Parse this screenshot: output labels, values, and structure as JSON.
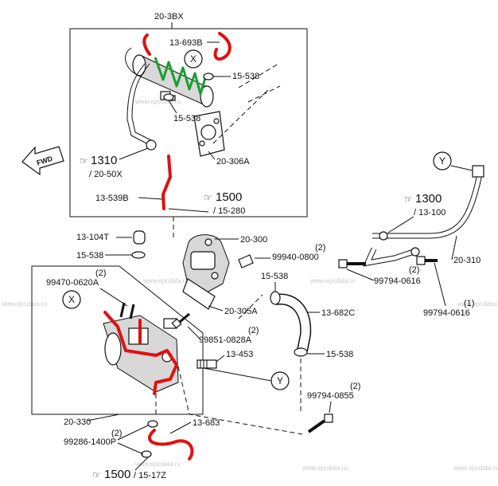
{
  "labels": {
    "top_ref": "20-3BX",
    "p_13_693b": "13-693B",
    "p_15_538_a": "15-538",
    "p_15_538_b": "15-538",
    "p_1310": "1310",
    "p_20_50x": "/ 20-50X",
    "p_20_306a": "20-306A",
    "p_13_539b": "13-539B",
    "p_1500_a": "1500",
    "p_15_280": "/ 15-280",
    "p_13_104t": "13-104T",
    "p_15_538_c": "15-538",
    "p_20_300": "20-300",
    "p_99940_q": "(2)",
    "p_99940": "99940-0800",
    "p_1300": "1300",
    "p_13_100": "/ 13-100",
    "p_99470_q": "(2)",
    "p_99470": "99470-0620A",
    "p_15_538_d": "15-538",
    "p_99794_0616_q": "(2)",
    "p_99794_0616": "99794-0616",
    "p_20_310": "20-310",
    "p_20_305a": "20-305A",
    "p_13_682c": "13-682C",
    "p_99851_q": "(2)",
    "p_99851": "99851-0828A",
    "p_13_453": "13-453",
    "p_99794_0616b_q": "(1)",
    "p_99794_0616b": "99794-0616",
    "p_15_538_e": "15-538",
    "p_99794_0855_q": "(2)",
    "p_99794_0855": "99794-0855",
    "p_20_330": "20-330",
    "p_13_683": "13-683",
    "p_99286_q": "(2)",
    "p_99286": "99286-1400P",
    "p_1500_b": "1500",
    "p_15_17z": "/ 15-17Z",
    "fwd": "FWD",
    "callout_x1": "X",
    "callout_x2": "X",
    "callout_y1": "Y",
    "callout_y2": "Y"
  },
  "watermark": "www.epcdata.ru",
  "colors": {
    "highlight_red": "#e01010",
    "highlight_green": "#16a030"
  }
}
